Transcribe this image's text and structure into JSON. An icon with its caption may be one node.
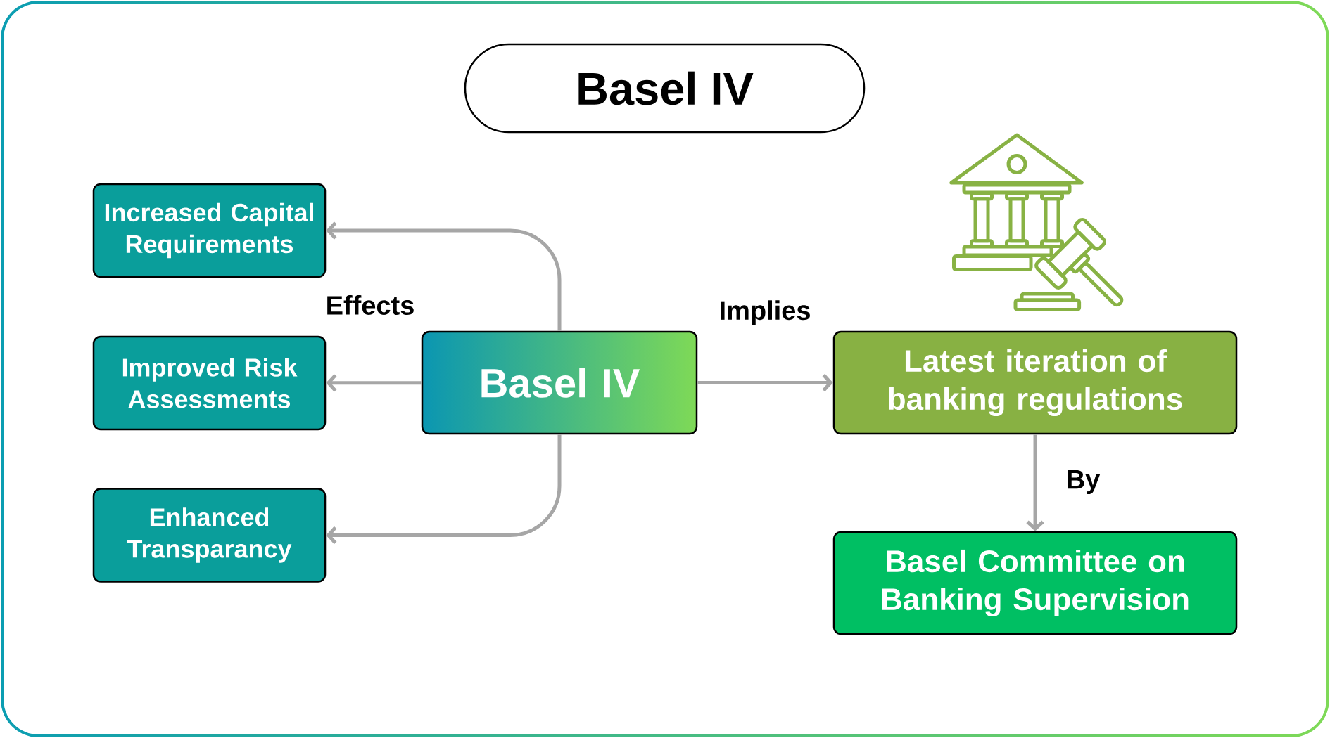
{
  "diagram": {
    "title": "Basel IV",
    "nodes": [
      {
        "text": [
          "Increased Capital Requirements"
        ]
      },
      {
        "text": [
          "Improved Risk Assessments"
        ]
      },
      {
        "text": [
          "Enhanced Transparancy"
        ]
      },
      {
        "text": [
          "Basel IV"
        ]
      },
      {
        "text": [
          "Latest iteration of banking regulations"
        ]
      },
      {
        "text": [
          "Basel Committee on Banking Supervision"
        ]
      }
    ],
    "edges": [
      {
        "from": 3,
        "to": 0,
        "arrow": "to"
      },
      {
        "from": 3,
        "to": 1,
        "arrow": "to",
        "label": "Effects"
      },
      {
        "from": 3,
        "to": 2,
        "arrow": "to"
      },
      {
        "from": 3,
        "to": 4,
        "arrow": "to",
        "label": "Implies"
      },
      {
        "from": 4,
        "to": 5,
        "arrow": "to",
        "label": "By"
      }
    ]
  }
}
